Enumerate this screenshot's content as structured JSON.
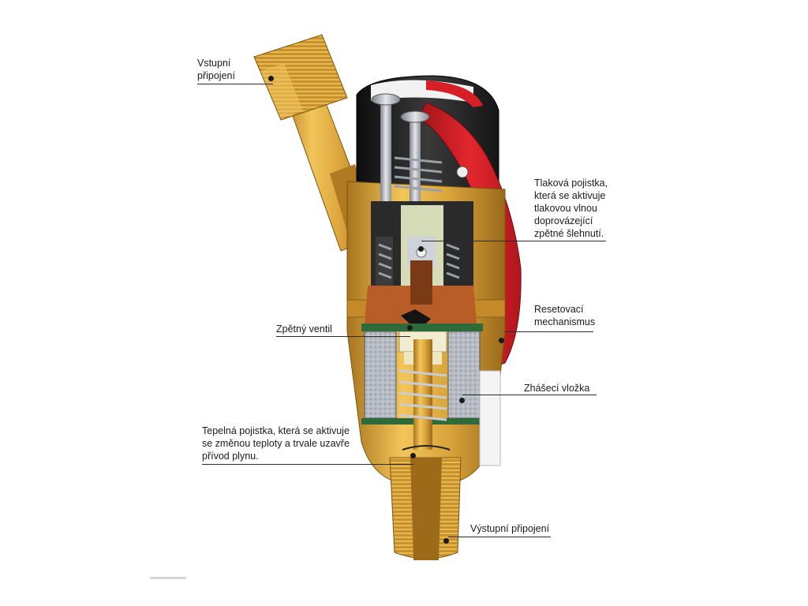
{
  "labels": {
    "inlet": {
      "line1": "Vstupní",
      "line2": "připojení"
    },
    "pressure_fuse": {
      "line1": "Tlaková pojistka,",
      "line2": "která se aktivuje",
      "line3": "tlakovou vlnou",
      "line4": "doprovázející",
      "line5": "zpětné šlehnutí."
    },
    "check_valve": "Zpětný ventil",
    "reset": {
      "line1": "Resetovací",
      "line2": "mechanismus"
    },
    "flame_arrester": "Zhášecí vložka",
    "thermal_fuse": {
      "line1": "Tepelná pojistka, která se aktivuje",
      "line2": "se změnou teploty a trvale uzavře",
      "line3": "přívod plynu."
    },
    "outlet": "Výstupní připojení"
  },
  "colors": {
    "brass_light": "#f2c55a",
    "brass": "#d9a33a",
    "brass_dark": "#a8741e",
    "red": "#d62027",
    "black": "#1e1e1e",
    "steel": "#b8bcc4",
    "copper": "#b85c28",
    "cream": "#f2ecd0"
  }
}
